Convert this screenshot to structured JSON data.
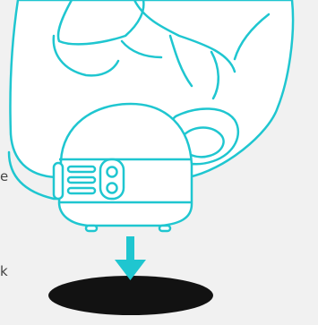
{
  "labels": {
    "upper_fragment": "e",
    "lower_fragment": "k"
  },
  "colors": {
    "background": "#f1f1f1",
    "outline": "#1fc6d0",
    "fill": "#ffffff",
    "shadow": "#121212",
    "arrow": "#1fc6d0",
    "text": "#444444"
  },
  "icons": {
    "hand": "hand-icon",
    "robot": "robot-icon",
    "arrow": "down-arrow-icon",
    "shadow": "ground-shadow"
  }
}
